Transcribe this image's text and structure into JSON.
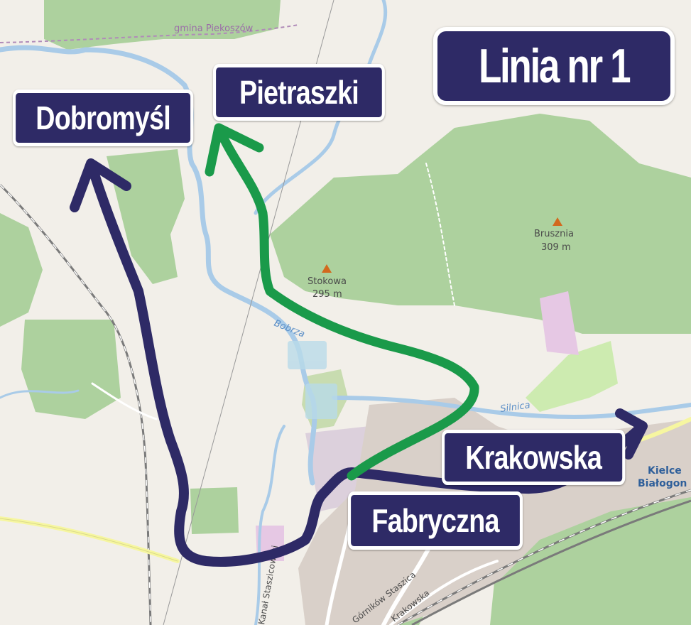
{
  "title": "Linia nr 1",
  "stops": {
    "dobromysl": "Dobromyśl",
    "pietraszki": "Pietraszki",
    "krakowska": "Krakowska",
    "fabryczna": "Fabryczna"
  },
  "map_labels": {
    "gmina": "gmina Piekoszów",
    "stokowa_name": "Stokowa",
    "stokowa_height": "295 m",
    "brusznia_name": "Brusznia",
    "brusznia_height": "309 m",
    "bobrza": "Bobrza",
    "silnica": "Silnica",
    "kielce_1": "Kielce",
    "kielce_2": "Białogon",
    "street_kanal": "Kanał Staszicowski",
    "street_gornikow": "Górników Staszica",
    "street_krakowska": "Krakowska"
  },
  "colors": {
    "route_blue": "#2e2a66",
    "route_green": "#1a9a4a",
    "forest": "#add19e",
    "water": "#a9cbe8"
  }
}
